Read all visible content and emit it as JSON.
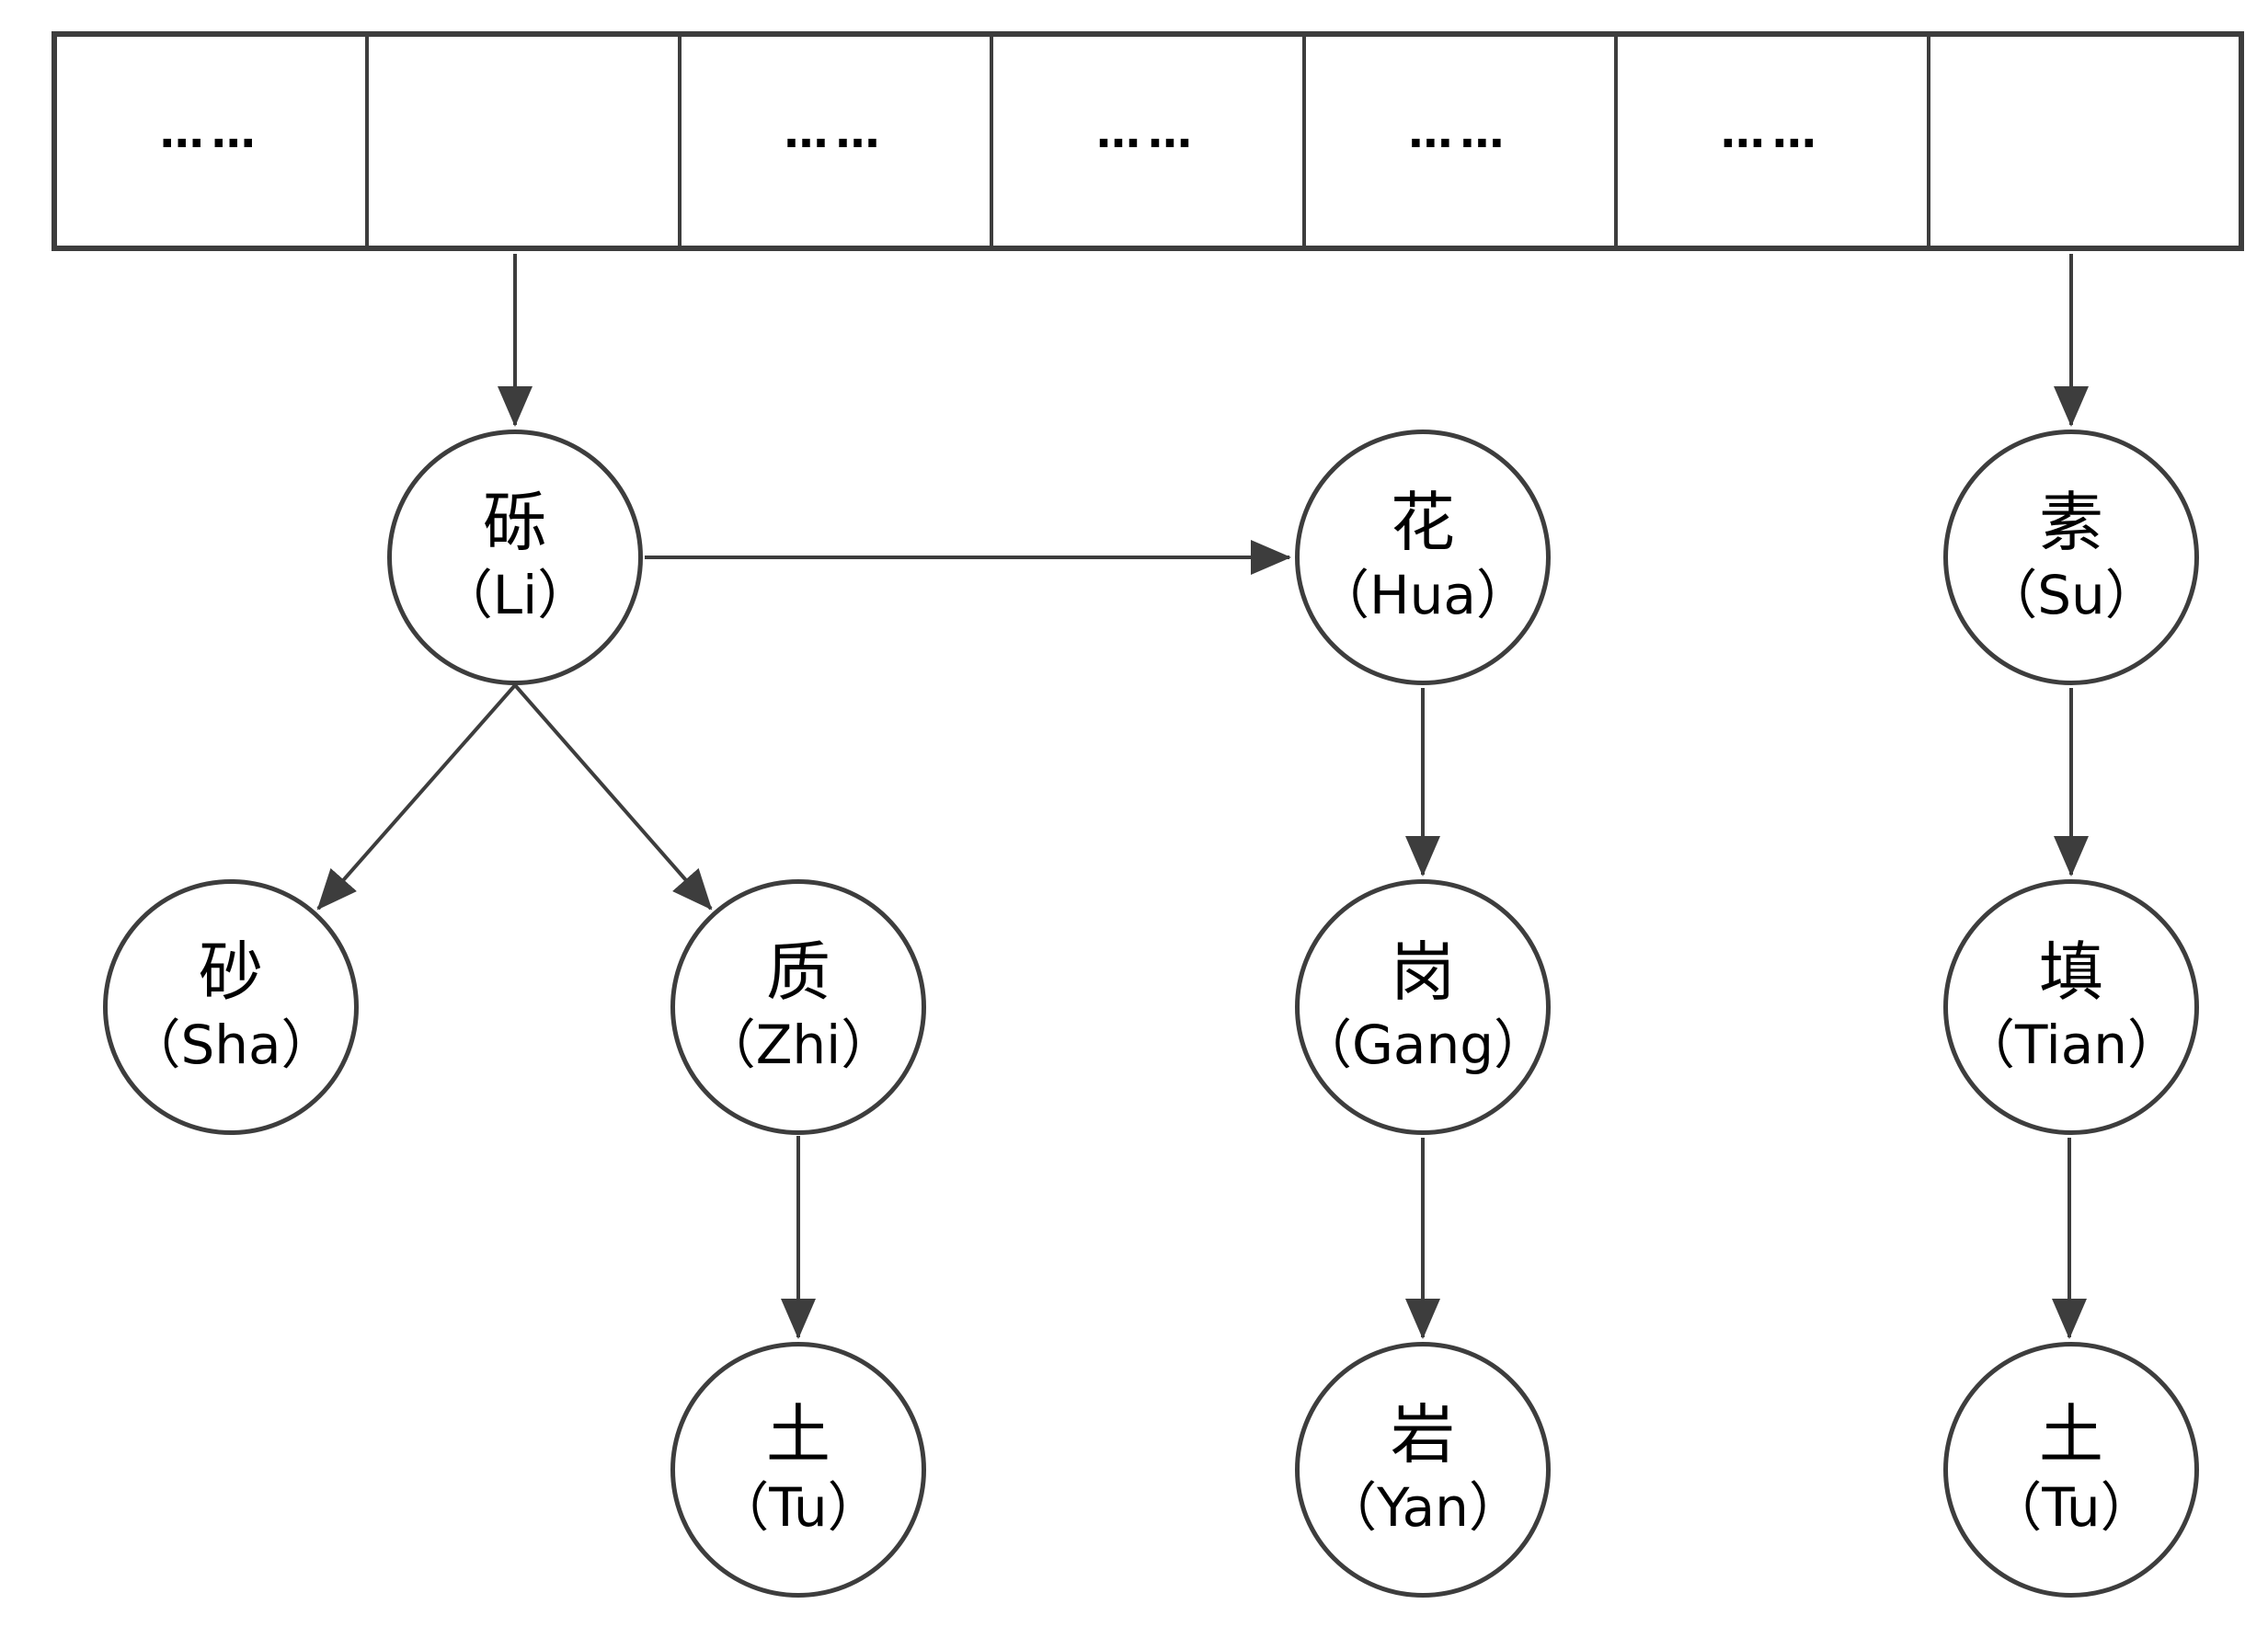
{
  "colors": {
    "background": "#ffffff",
    "line": "#3d3d3d",
    "text": "#000000"
  },
  "array_row": {
    "description": "hash bucket array",
    "cells": [
      {
        "text": "……"
      },
      {
        "text": ""
      },
      {
        "text": "……"
      },
      {
        "text": "……"
      },
      {
        "text": "……"
      },
      {
        "text": "……"
      },
      {
        "text": ""
      }
    ]
  },
  "nodes": [
    {
      "id": "li",
      "zh": "砾",
      "pinyin": "（Li）"
    },
    {
      "id": "hua",
      "zh": "花",
      "pinyin": "（Hua）"
    },
    {
      "id": "su",
      "zh": "素",
      "pinyin": "（Su）"
    },
    {
      "id": "sha",
      "zh": "砂",
      "pinyin": "（Sha）"
    },
    {
      "id": "zhi",
      "zh": "质",
      "pinyin": "（Zhi）"
    },
    {
      "id": "gang",
      "zh": "岗",
      "pinyin": "（Gang）"
    },
    {
      "id": "tian",
      "zh": "填",
      "pinyin": "（Tian）"
    },
    {
      "id": "tu-left",
      "zh": "土",
      "pinyin": "（Tu）"
    },
    {
      "id": "yan",
      "zh": "岩",
      "pinyin": "（Yan）"
    },
    {
      "id": "tu-right",
      "zh": "土",
      "pinyin": "（Tu）"
    }
  ],
  "edges": [
    {
      "from": "array-cell-2",
      "to": "li"
    },
    {
      "from": "array-cell-7",
      "to": "su"
    },
    {
      "from": "li",
      "to": "hua"
    },
    {
      "from": "li",
      "to": "sha"
    },
    {
      "from": "li",
      "to": "zhi"
    },
    {
      "from": "hua",
      "to": "gang"
    },
    {
      "from": "gang",
      "to": "yan"
    },
    {
      "from": "zhi",
      "to": "tu-left"
    },
    {
      "from": "su",
      "to": "tian"
    },
    {
      "from": "tian",
      "to": "tu-right"
    }
  ]
}
